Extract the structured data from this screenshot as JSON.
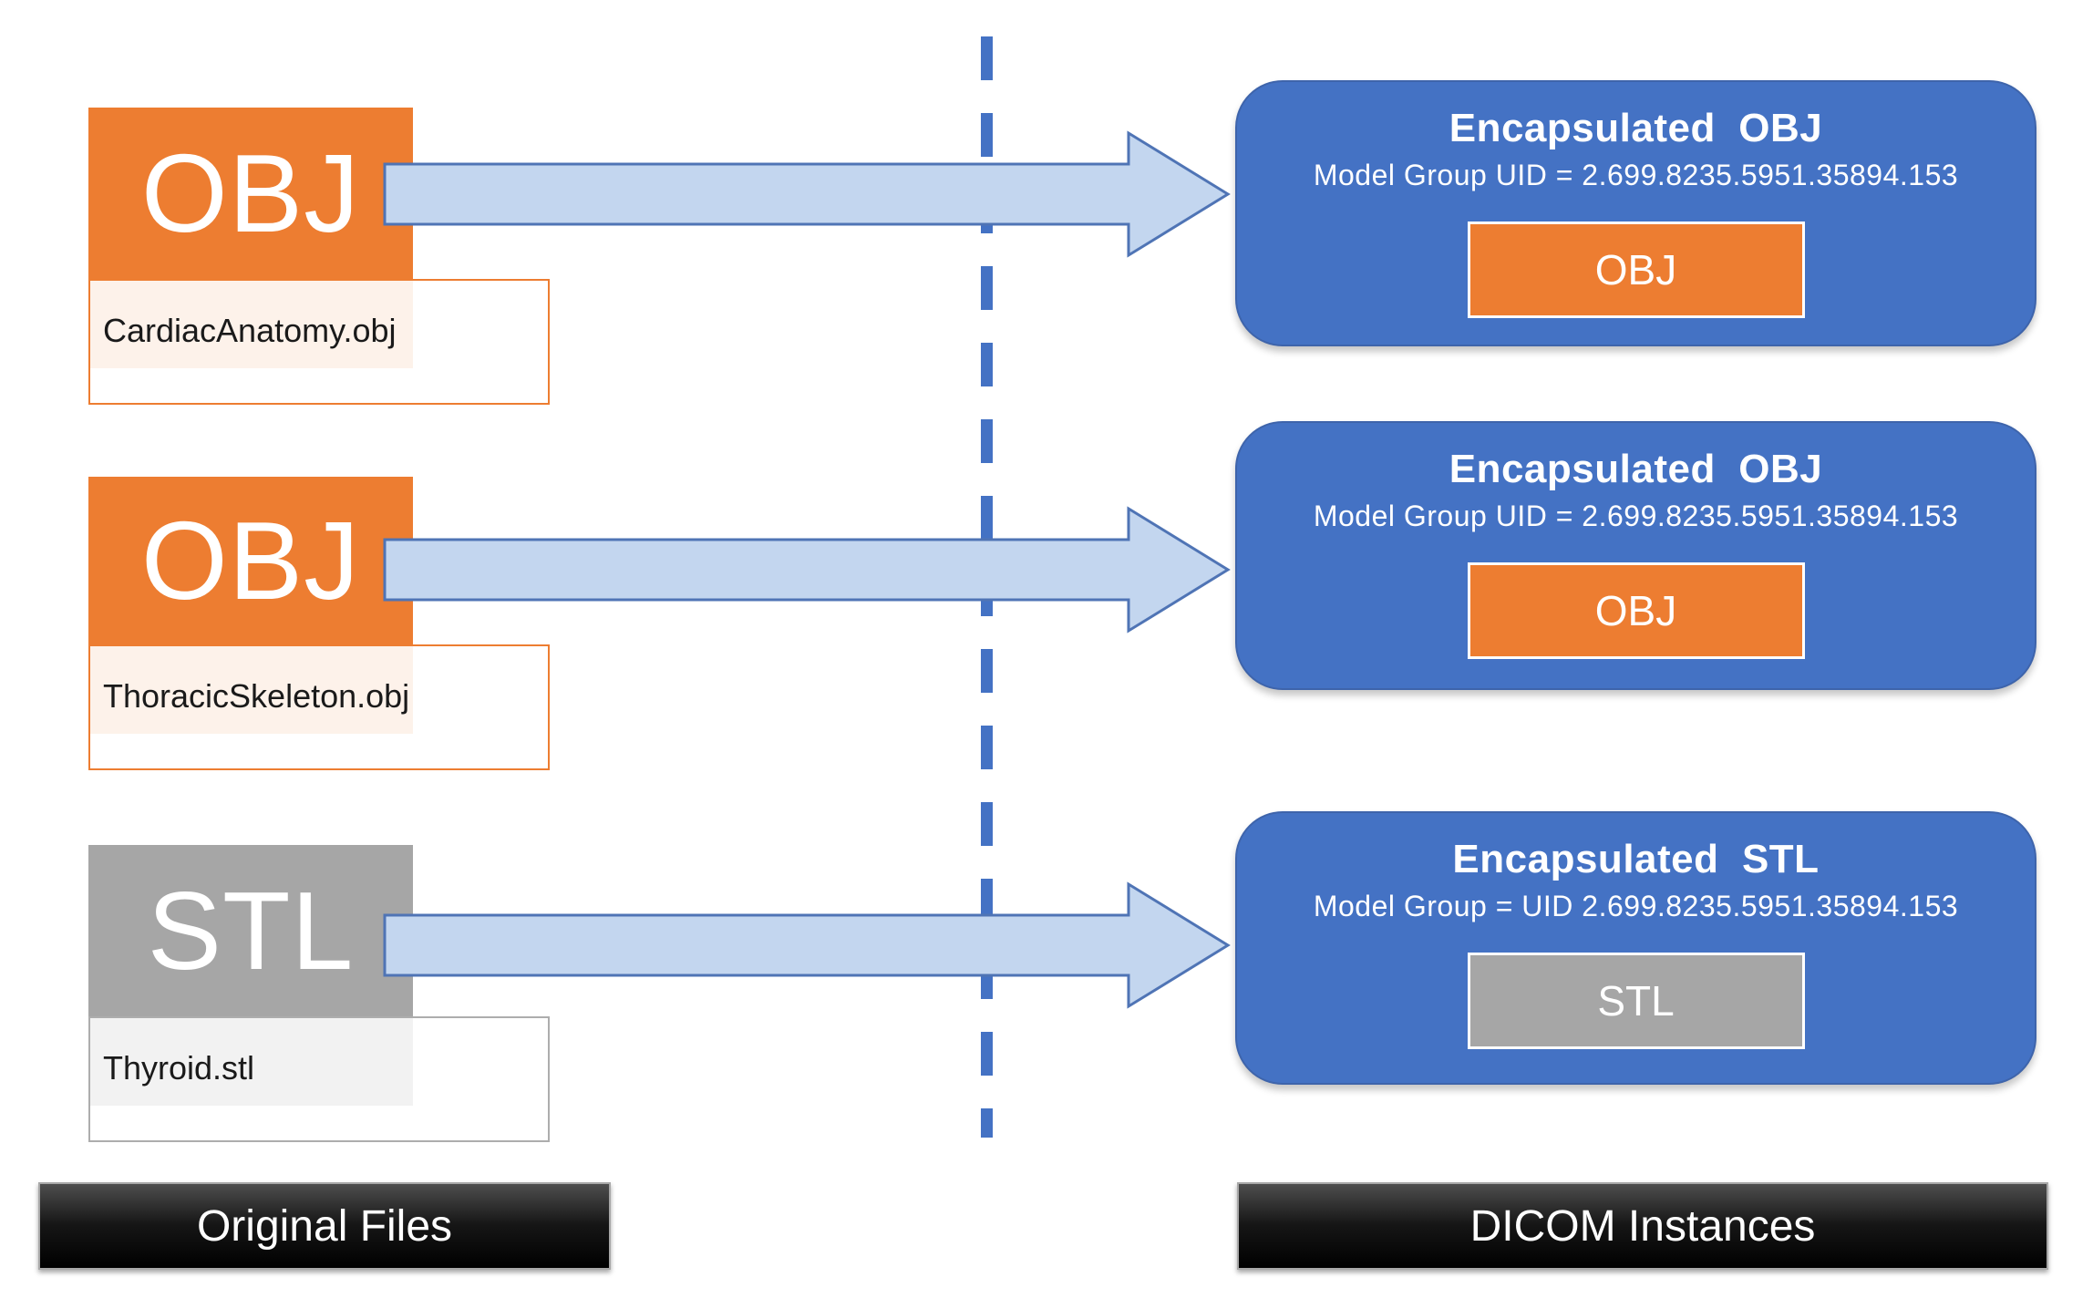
{
  "diagram": {
    "source_files": [
      {
        "badge": "OBJ",
        "filename": "CardiacAnatomy.obj"
      },
      {
        "badge": "OBJ",
        "filename": "ThoracicSkeleton.obj"
      },
      {
        "badge": "STL",
        "filename": "Thyroid.stl"
      }
    ],
    "dicom_instances": [
      {
        "title": "Encapsulated  OBJ",
        "uid_line": "Model Group UID = 2.699.8235.5951.35894.153",
        "badge": "OBJ"
      },
      {
        "title": "Encapsulated  OBJ",
        "uid_line": "Model Group UID = 2.699.8235.5951.35894.153",
        "badge": "OBJ"
      },
      {
        "title": "Encapsulated  STL",
        "uid_line": "Model Group = UID 2.699.8235.5951.35894.153",
        "badge": "STL"
      }
    ],
    "footers": {
      "left": "Original Files",
      "right": "DICOM Instances"
    },
    "colors": {
      "accent_orange": "#ED7D31",
      "accent_gray": "#A6A6A6",
      "card_blue": "#4472C4",
      "arrow_fill": "#C3D6EF",
      "arrow_stroke": "#4F74B5",
      "divider_blue": "#4472C4"
    }
  }
}
